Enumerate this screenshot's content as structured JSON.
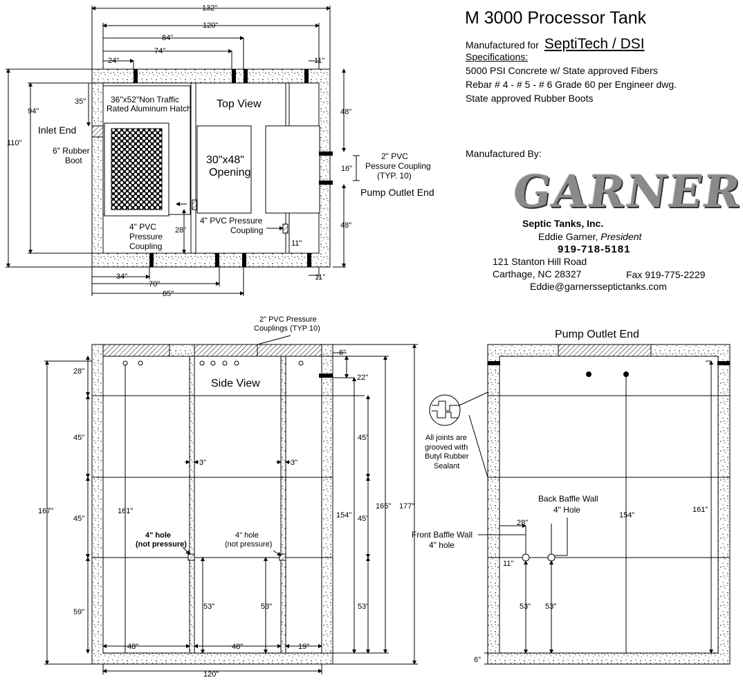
{
  "header": {
    "title": "M 3000 Processor Tank",
    "manufactured_for_label": "Manufactured for",
    "client": "SeptiTech / DSI",
    "specs_heading": "Specifications:",
    "specs": [
      "5000 PSI Concrete w/ State approved Fibers",
      "Rebar # 4 - # 5 - # 6 Grade 60 per Engineer dwg.",
      "State approved Rubber Boots"
    ],
    "manufactured_by_label": "Manufactured By:"
  },
  "company": {
    "logo_text": "GARNERS",
    "subtitle": "Septic Tanks, Inc.",
    "president_name": "Eddie Garner,",
    "president_title": "President",
    "phone": "919-718-5181",
    "address1": "121 Stanton Hill Road",
    "address2": "Carthage, NC 28327",
    "fax": "Fax 919-775-2229",
    "email": "Eddie@garnersseptictanks.com"
  },
  "top_view": {
    "title": "Top View",
    "hatch_label_1": "36\"x52\"Non Traffic",
    "hatch_label_2": "Rated Aluminum Hatch",
    "opening_1": "30\"x48\"",
    "opening_2": "Opening",
    "inlet_end": "Inlet End",
    "boot_1": "6\" Rubber",
    "boot_2": "Boot",
    "coupling_left_1": "4\" PVC",
    "coupling_left_2": "Pressure",
    "coupling_left_3": "Coupling",
    "coupling_mid_1": "4\" PVC Pressure",
    "coupling_mid_2": "Coupling",
    "pvc_right_1": "2\" PVC",
    "pvc_right_2": "Pessure Coupling",
    "pvc_right_3": "(TYP. 10)",
    "pump_outlet": "Pump Outlet End",
    "dims": {
      "d132": "132\"",
      "d120": "120\"",
      "d84": "84\"",
      "d74": "74\"",
      "d24": "24\"",
      "d11a": "11\"",
      "d110": "110\"",
      "d94": "94\"",
      "d35": "35\"",
      "d48a": "48\"",
      "d48b": "48\"",
      "d16": "16\"",
      "d28": "28\"",
      "d11b": "11\"",
      "d34": "34\"",
      "d70": "70\"",
      "d85": "85\"",
      "d11c": "11\""
    }
  },
  "side_view": {
    "title": "Side View",
    "couplings_1": "2\" PVC Pressure",
    "couplings_2": "Couplings (TYP 10)",
    "hole_left_1": "4\" hole",
    "hole_left_2": "(not pressure)",
    "hole_right_1": "4\" hole",
    "hole_right_2": "(not pressure)",
    "dims": {
      "d6": "6\"",
      "d22": "22\"",
      "d28": "28\"",
      "d45a": "45\"",
      "d45b": "45\"",
      "d59": "59\"",
      "d167": "167\"",
      "d161": "161\"",
      "d3a": "3\"",
      "d3b": "3\"",
      "d45c": "45\"",
      "d45d": "45\"",
      "d154": "154\"",
      "d165": "165\"",
      "d177": "177\"",
      "d53a": "53\"",
      "d53b": "53\"",
      "d53c": "53\"",
      "d48a": "48\"",
      "d48b": "48\"",
      "d19": "19\"",
      "d120": "120\""
    }
  },
  "end_view": {
    "title": "Pump Outlet End",
    "joints_1": "All joints are",
    "joints_2": "grooved with",
    "joints_3": "Butyl Rubber",
    "joints_4": "Sealant",
    "back_baffle_1": "Back Baffle Wall",
    "back_baffle_2": "4\" Hole",
    "front_baffle_1": "Front Baffle Wall",
    "front_baffle_2": "4\" hole",
    "dims": {
      "d28": "28\"",
      "d11": "11\"",
      "d154": "154\"",
      "d161": "161\"",
      "d53a": "53\"",
      "d53b": "53\"",
      "d6": "6\""
    }
  }
}
